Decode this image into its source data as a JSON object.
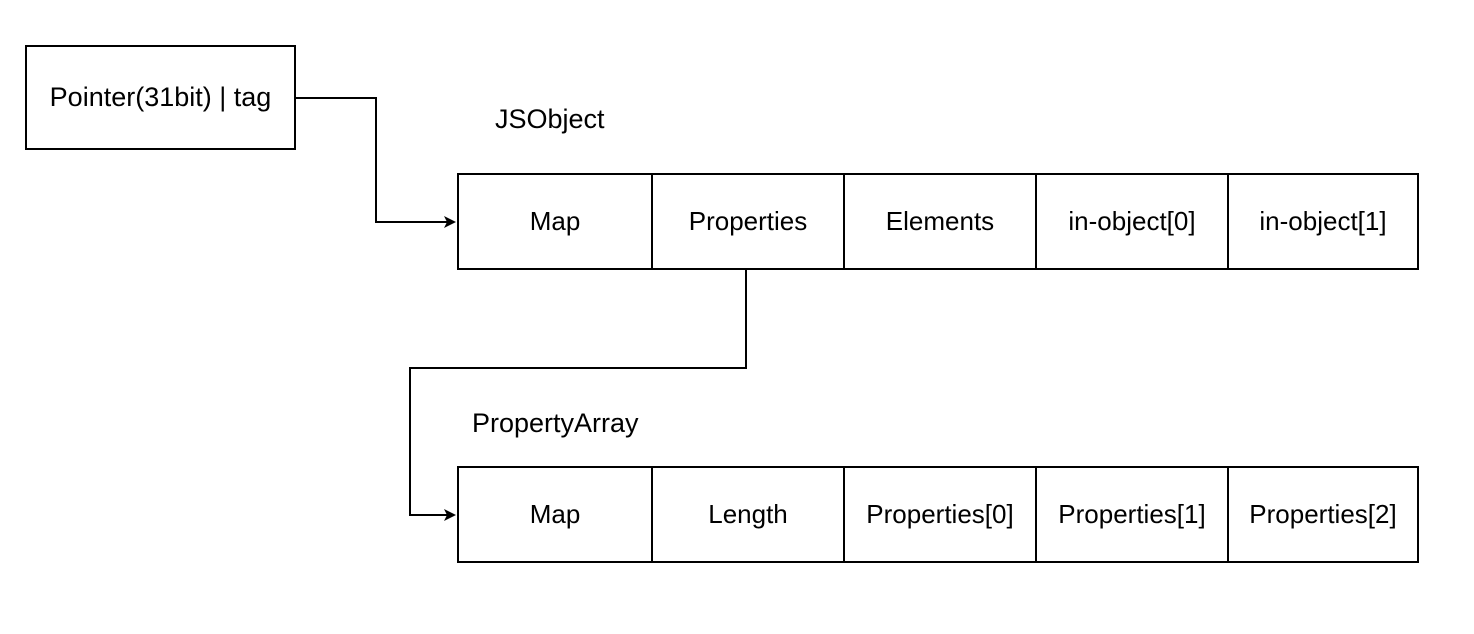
{
  "pointer_box": {
    "label": "Pointer(31bit) | tag"
  },
  "jsobject": {
    "title": "JSObject",
    "fields": [
      "Map",
      "Properties",
      "Elements",
      "in-object[0]",
      "in-object[1]"
    ]
  },
  "property_array": {
    "title": "PropertyArray",
    "fields": [
      "Map",
      "Length",
      "Properties[0]",
      "Properties[1]",
      "Properties[2]"
    ]
  },
  "colors": {
    "stroke": "#000000",
    "background": "#ffffff"
  }
}
